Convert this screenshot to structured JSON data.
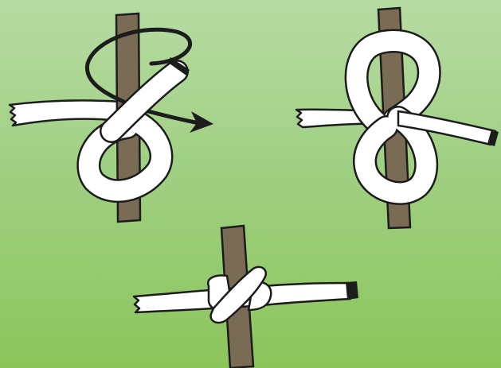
{
  "diagram": {
    "steps": [
      {
        "id": "step-1",
        "state": "rope crossing post with loop, arrow showing wrap direction"
      },
      {
        "id": "step-2",
        "state": "figure-eight loop around post"
      },
      {
        "id": "step-3",
        "state": "knot tightened on post"
      }
    ],
    "colors": {
      "background_top": "#b7dba3",
      "background_bottom": "#8cc55b",
      "post": "#7a6b55",
      "rope": "#ffffff",
      "outline": "#1c1c1c"
    },
    "icons": [
      "wrap-arrow-icon"
    ]
  }
}
